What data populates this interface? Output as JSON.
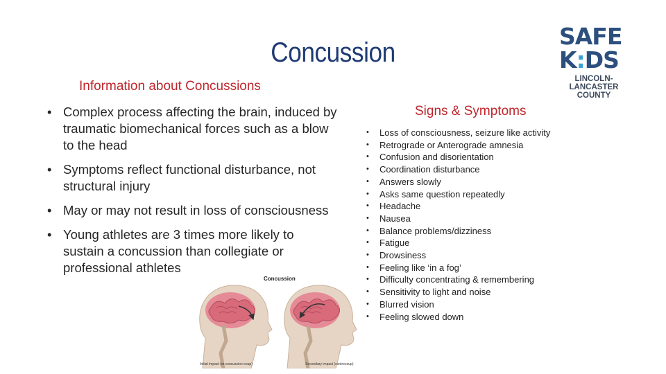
{
  "title": "Concussion",
  "subtitle": "Information about Concussions",
  "info_bullets": [
    "Complex process affecting the brain, induced by traumatic biomechanical forces such as a blow to the head",
    "Symptoms reflect functional disturbance, not structural injury",
    "May or may not result in loss of consciousness",
    "Young athletes are 3 times more likely to sustain a concussion than collegiate or professional athletes"
  ],
  "signs_title": "Signs & Symptoms",
  "symptoms": [
    "Loss of consciousness, seizure like activity",
    "Retrograde or Anterograde amnesia",
    "Confusion and disorientation",
    "Coordination disturbance",
    "Answers slowly",
    "Asks same question repeatedly",
    "Headache",
    "Nausea",
    "Balance problems/dizziness",
    "Fatigue",
    "Drowsiness",
    "Feeling like ‘in a fog’",
    "Difficulty concentrating & remembering",
    "Sensitivity to light and noise",
    "Blurred vision",
    "Feeling slowed down"
  ],
  "logo": {
    "line1": "SAFE",
    "line2_a": "K",
    "line2_colon": ":",
    "line2_b": "DS",
    "sub1": "LINCOLN-",
    "sub2": "LANCASTER",
    "sub3": "COUNTY"
  },
  "figure": {
    "caption": "Concussion",
    "left_label": "Initial impact (or concussion-coup)",
    "right_label": "Secondary impact (contrecoup)"
  },
  "colors": {
    "title": "#1f3b74",
    "accent_red": "#c0262c",
    "logo_blue": "#2c4f7e",
    "logo_light_blue": "#3aa0d8"
  }
}
